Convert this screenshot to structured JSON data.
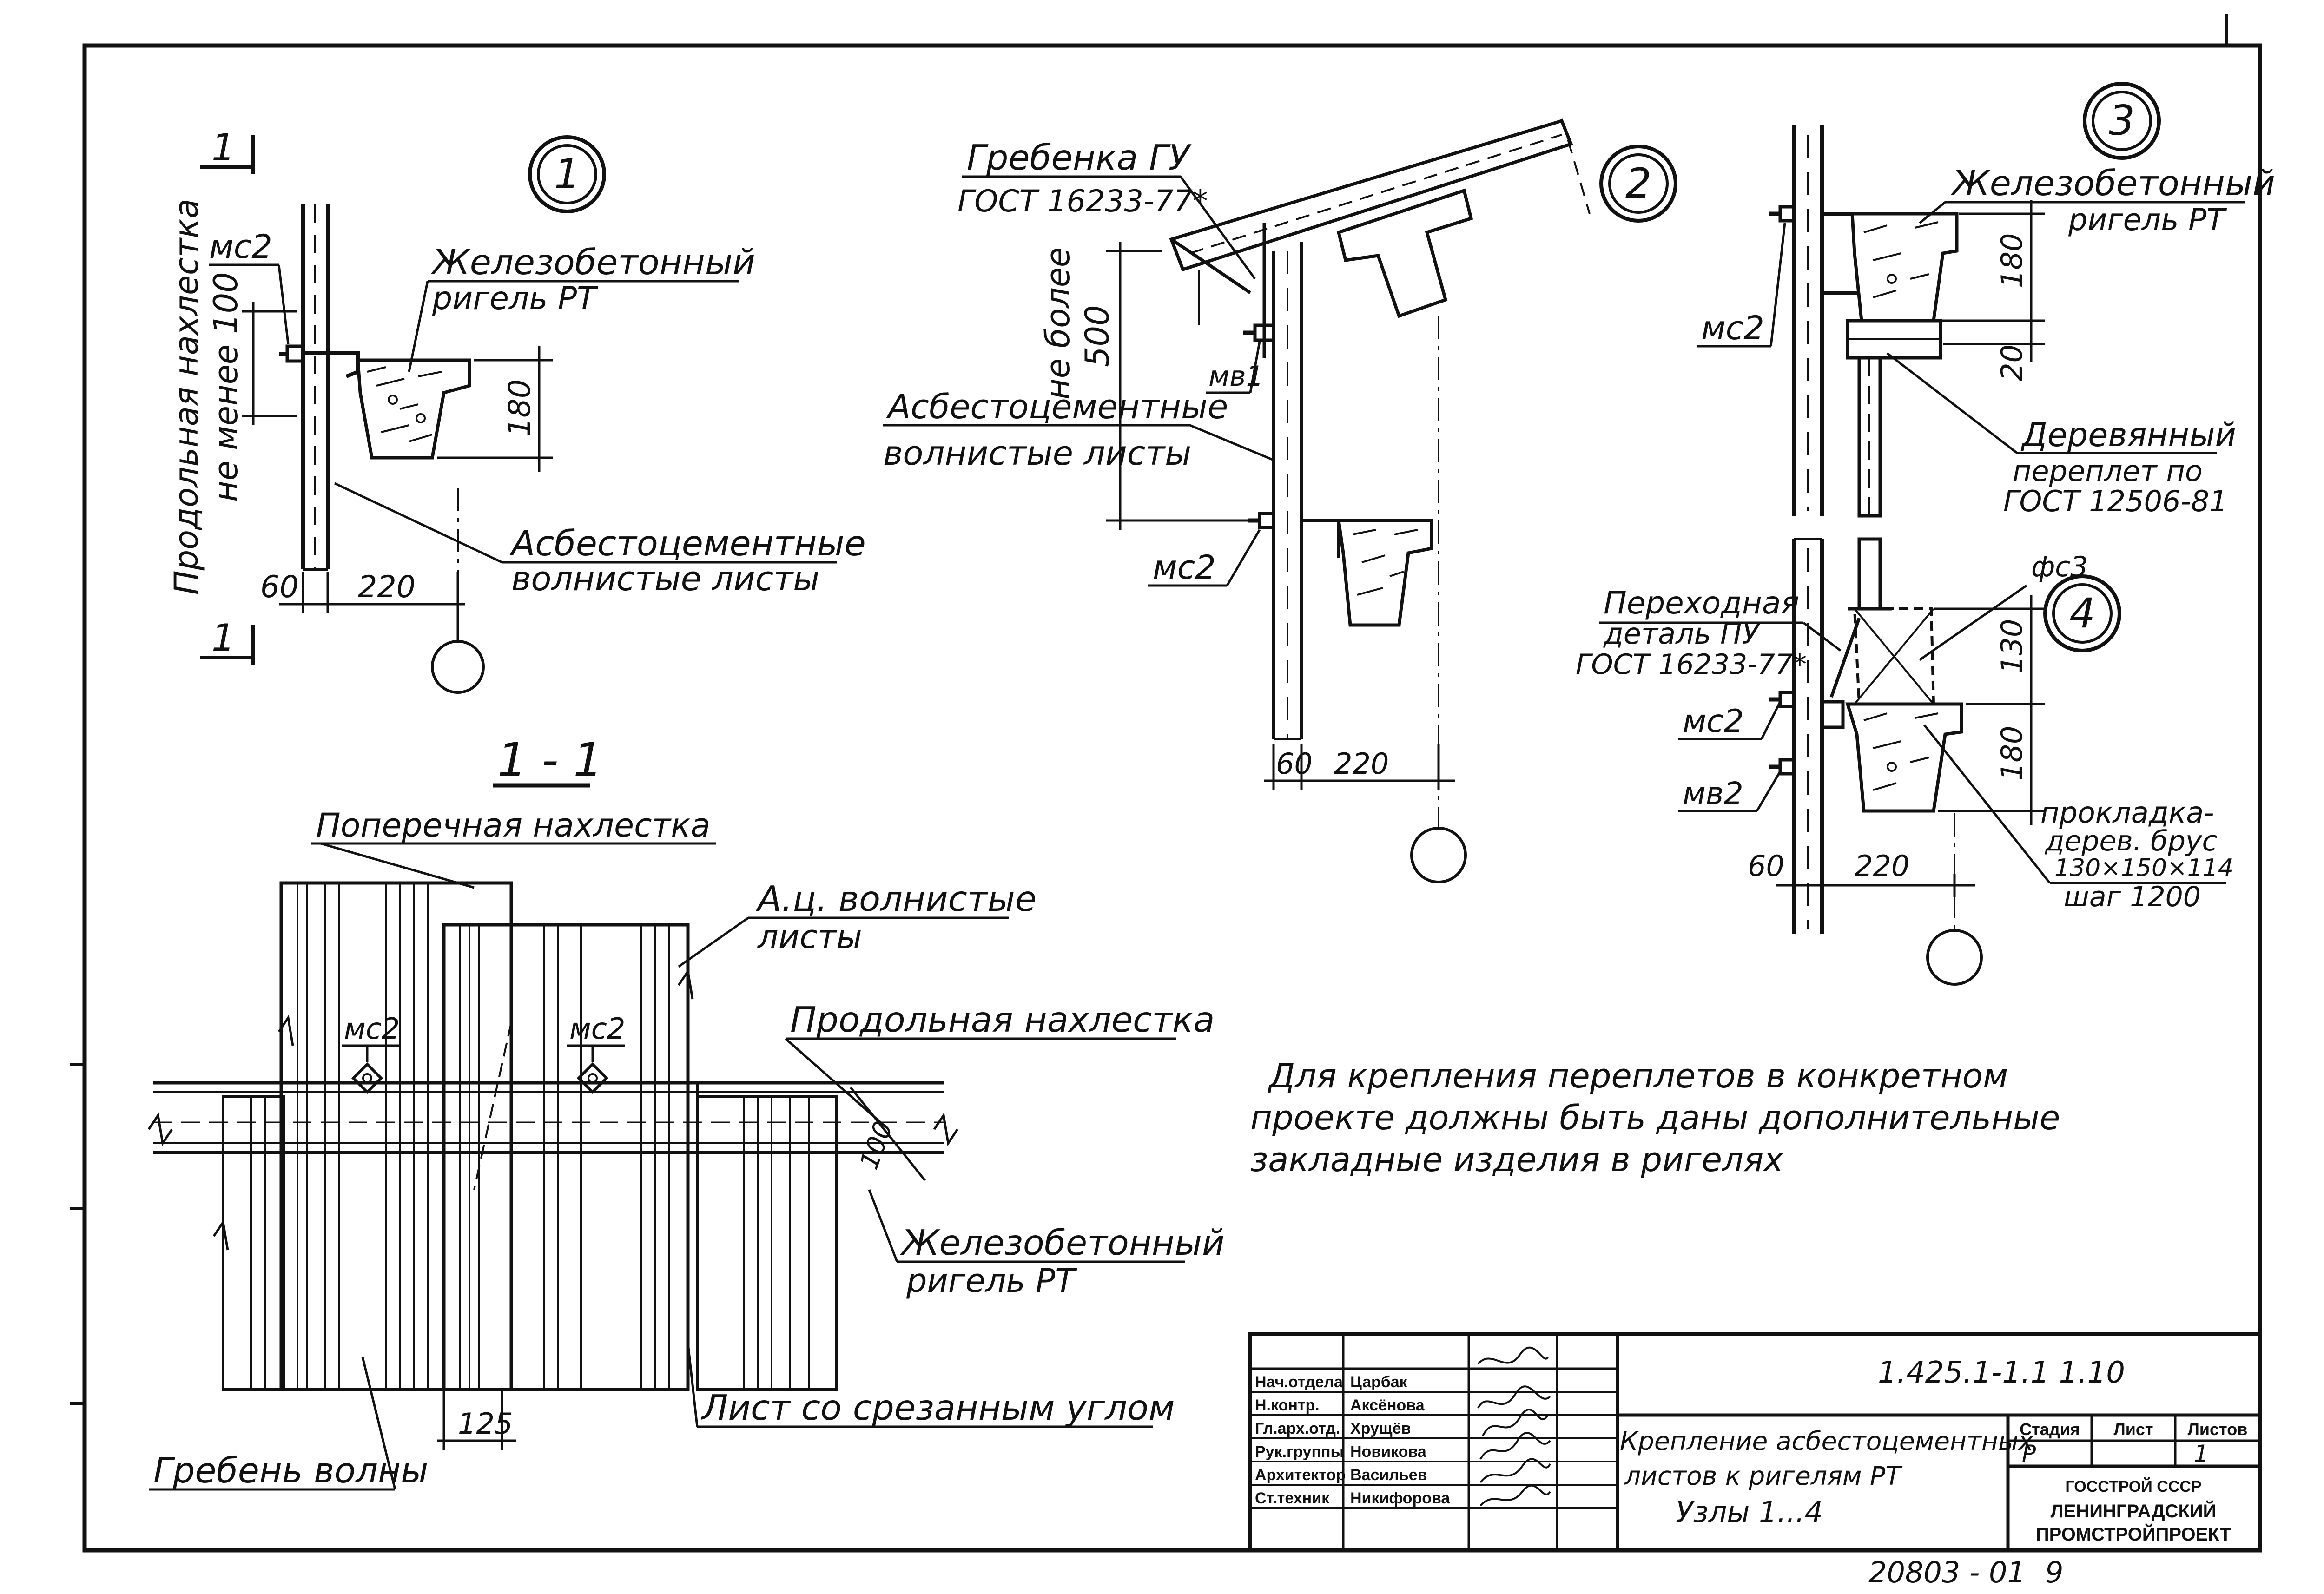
{
  "details": {
    "d1": {
      "num": "1",
      "section_mark": "1",
      "mc2": "мс2",
      "overlap_label_1": "Продольная нахлестка",
      "overlap_label_2": "не менее 100",
      "beam_label_1": "Железобетонный",
      "beam_label_2": "ригель РТ",
      "dim_180": "180",
      "sheets_label_1": "Асбестоцементные",
      "sheets_label_2": "волнистые листы",
      "dim_60": "60",
      "dim_220": "220"
    },
    "d2": {
      "num": "2",
      "ridge_label_1": "Гребенка ГУ",
      "ridge_label_2": "ГОСТ 16233-77*",
      "max_label_1": "не более",
      "max_label_2": "500",
      "mv1": "мв1",
      "sheets_label_1": "Асбестоцементные",
      "sheets_label_2": "волнистые листы",
      "mc2": "мс2",
      "dim_60": "60",
      "dim_220": "220"
    },
    "d3": {
      "num": "3",
      "beam_label_1": "Железобетонный",
      "beam_label_2": "ригель РТ",
      "dim_180": "180",
      "dim_20": "20",
      "mc2": "мс2",
      "frame_label_1": "Деревянный",
      "frame_label_2": "переплет по",
      "frame_label_3": "ГОСТ 12506-81"
    },
    "d4": {
      "num": "4",
      "fc3": "фс3",
      "trans_label_1": "Переходная",
      "trans_label_2": "деталь ПУ",
      "trans_label_3": "ГОСТ 16233-77*",
      "dim_130": "130",
      "mc2": "мс2",
      "dim_180": "180",
      "mv2": "мв2",
      "pad_label_1": "прокладка-",
      "pad_label_2": "дерев. брус",
      "pad_label_3": "130×150×114",
      "pad_label_4": "шаг 1200",
      "dim_60": "60",
      "dim_220": "220"
    }
  },
  "section": {
    "title": "1 - 1",
    "cross_overlap": "Поперечная нахлестка",
    "ac_sheets_1": "А.ц. волнистые",
    "ac_sheets_2": "листы",
    "mc2_a": "мс2",
    "mc2_b": "мс2",
    "long_overlap": "Продольная нахлестка",
    "dim_100": "100",
    "beam_label_1": "Железобетонный",
    "beam_label_2": "ригель РТ",
    "cut_sheet": "Лист со срезанным углом",
    "dim_125": "125",
    "wave_ridge": "Гребень волны"
  },
  "note": {
    "line1": "Для крепления переплетов в конкретном",
    "line2": "проекте должны быть даны дополнительные",
    "line3": "закладные изделия в ригелях"
  },
  "title_block": {
    "doc_code": "1.425.1-1.1 1.10",
    "roles": [
      "Нач.отдела",
      "Н.контр.",
      "Гл.арх.отд.",
      "Рук.группы",
      "Архитектор",
      "Ст.техник"
    ],
    "names": [
      "Царбак",
      "Аксёнова",
      "Хрущёв",
      "Новикова",
      "Васильев",
      "Никифорова"
    ],
    "title_1": "Крепление асбестоцементных",
    "title_2": "листов к ригелям РТ",
    "title_3": "Узлы 1...4",
    "stage_h": "Стадия",
    "sheet_h": "Лист",
    "sheets_h": "Листов",
    "stage_v": "Р",
    "sheet_v": "1",
    "sheets_v": "",
    "org_1": "ГОССТРОЙ СССР",
    "org_2": "ЛЕНИНГРАДСКИЙ",
    "org_3": "ПРОМСТРОЙПРОЕКТ"
  },
  "footer": {
    "archive_no": "20803 - 01",
    "page_no": "9"
  }
}
